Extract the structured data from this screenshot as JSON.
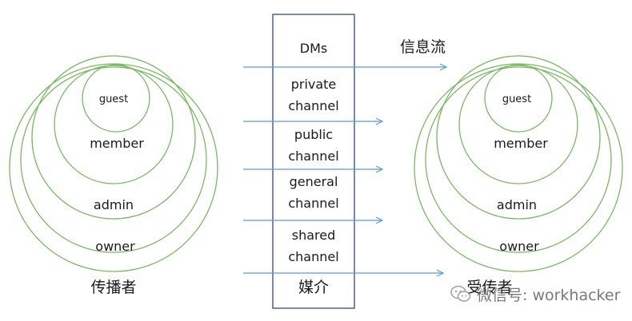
{
  "colors": {
    "ring": "#7cb764",
    "arrow": "#5b9bd5",
    "box": "#1f3d6b"
  },
  "sender": {
    "label": "传播者",
    "rings": [
      "guest",
      "member",
      "admin",
      "owner"
    ]
  },
  "receiver": {
    "label": "受传者",
    "rings": [
      "guest",
      "member",
      "admin",
      "owner"
    ]
  },
  "media": {
    "label": "媒介",
    "channels": [
      {
        "line1": "DMs",
        "line2": ""
      },
      {
        "line1": "private",
        "line2": "channel"
      },
      {
        "line1": "public",
        "line2": "channel"
      },
      {
        "line1": "general",
        "line2": "channel"
      },
      {
        "line1": "shared",
        "line2": "channel"
      }
    ]
  },
  "flow": {
    "label": "信息流"
  },
  "watermark": {
    "text": "微信号: workhacker",
    "icon": "wechat-icon"
  }
}
